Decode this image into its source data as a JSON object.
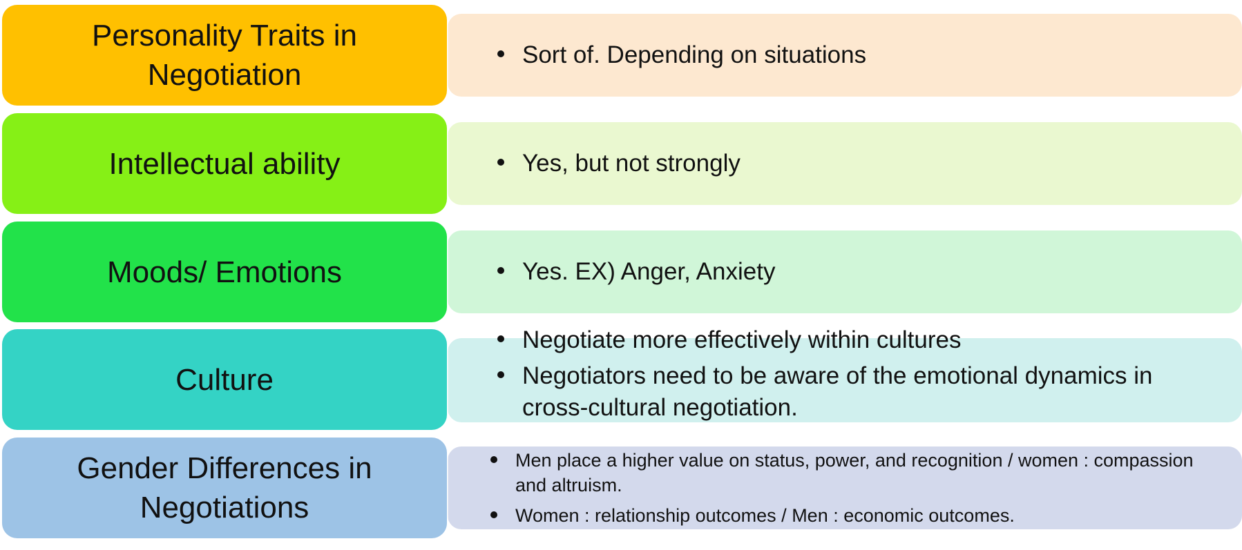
{
  "colors": {
    "row1_label": "#FFC000",
    "row1_detail": "#FDE8D0",
    "row2_label": "#86F016",
    "row2_detail": "#EAF8D0",
    "row3_label": "#22E24A",
    "row3_detail": "#D0F6D8",
    "row4_label": "#34D3C5",
    "row4_detail": "#D0F0EE",
    "row5_label": "#9DC3E6",
    "row5_detail": "#D3D9EC"
  },
  "rows": [
    {
      "label": "Personality Traits in Negotiation",
      "bullets": [
        "Sort of. Depending on situations"
      ]
    },
    {
      "label": "Intellectual ability",
      "bullets": [
        "Yes, but not strongly"
      ]
    },
    {
      "label": "Moods/ Emotions",
      "bullets": [
        "Yes. EX) Anger, Anxiety"
      ]
    },
    {
      "label": "Culture",
      "bullets": [
        "Negotiate more effectively within cultures",
        "Negotiators need to be aware of the emotional dynamics in cross-cultural negotiation."
      ]
    },
    {
      "label": "Gender Differences in Negotiations",
      "bullets": [
        "Men place a higher value on status, power, and recognition / women : compassion and altruism.",
        "Women : relationship outcomes / Men : economic outcomes."
      ]
    }
  ]
}
